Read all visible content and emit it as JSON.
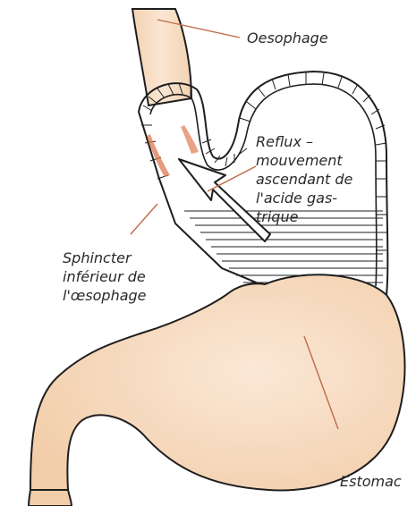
{
  "labels": {
    "oesophage": "Oesophage",
    "reflux": [
      "Reflux –",
      "mouvement",
      "ascendant de",
      "l'acide gas-",
      "trique"
    ],
    "sphincter": [
      "Sphincter",
      "inférieur de",
      "l'œsophage"
    ],
    "estomac": "Estomac"
  },
  "colors": {
    "tissue": "#f7dcc4",
    "tissue_shade": "#f1c9a6",
    "outline": "#1e1e1e",
    "leader": "#c06a4a",
    "sphincter": "#e07a4e"
  }
}
